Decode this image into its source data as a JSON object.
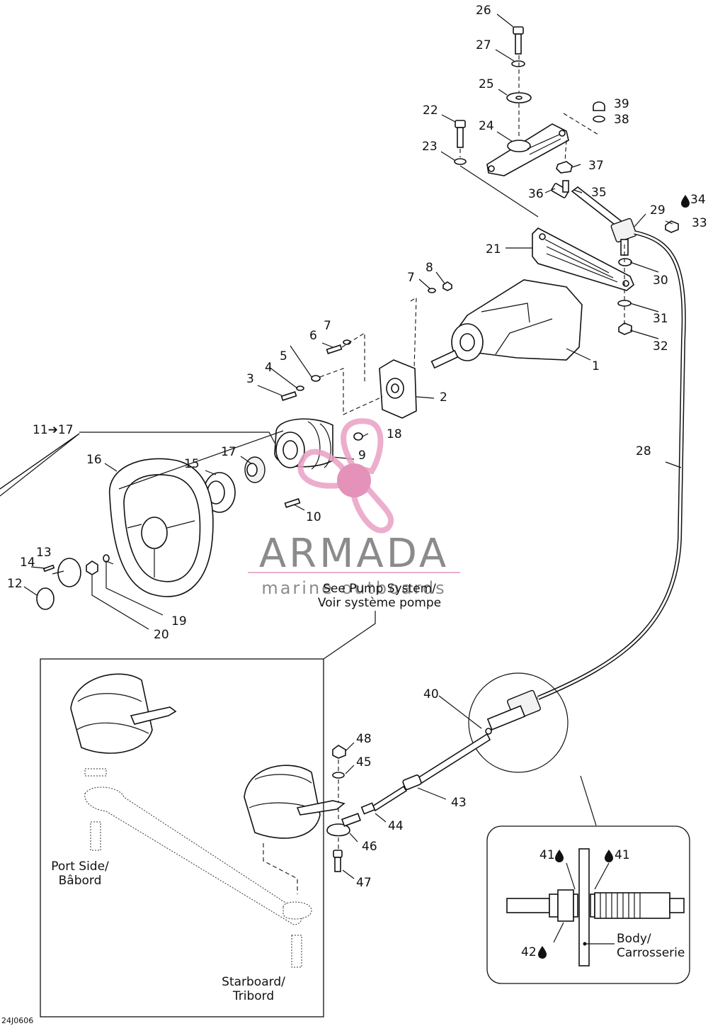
{
  "diagram": {
    "callouts": [
      {
        "id": "c1",
        "text": "1"
      },
      {
        "id": "c2",
        "text": "2"
      },
      {
        "id": "c3",
        "text": "3"
      },
      {
        "id": "c4",
        "text": "4"
      },
      {
        "id": "c5",
        "text": "5"
      },
      {
        "id": "c6",
        "text": "6"
      },
      {
        "id": "c7a",
        "text": "7"
      },
      {
        "id": "c7b",
        "text": "7"
      },
      {
        "id": "c8",
        "text": "8"
      },
      {
        "id": "c9",
        "text": "9"
      },
      {
        "id": "c10",
        "text": "10"
      },
      {
        "id": "c11",
        "text": "11➔17"
      },
      {
        "id": "c12",
        "text": "12"
      },
      {
        "id": "c13",
        "text": "13"
      },
      {
        "id": "c14",
        "text": "14"
      },
      {
        "id": "c15",
        "text": "15"
      },
      {
        "id": "c16",
        "text": "16"
      },
      {
        "id": "c17",
        "text": "17"
      },
      {
        "id": "c18",
        "text": "18"
      },
      {
        "id": "c19",
        "text": "19"
      },
      {
        "id": "c20",
        "text": "20"
      },
      {
        "id": "c21",
        "text": "21"
      },
      {
        "id": "c22",
        "text": "22"
      },
      {
        "id": "c23",
        "text": "23"
      },
      {
        "id": "c24",
        "text": "24"
      },
      {
        "id": "c25",
        "text": "25"
      },
      {
        "id": "c26",
        "text": "26"
      },
      {
        "id": "c27",
        "text": "27"
      },
      {
        "id": "c28",
        "text": "28"
      },
      {
        "id": "c29",
        "text": "29"
      },
      {
        "id": "c30",
        "text": "30"
      },
      {
        "id": "c31",
        "text": "31"
      },
      {
        "id": "c32",
        "text": "32"
      },
      {
        "id": "c33",
        "text": "33"
      },
      {
        "id": "c34",
        "text": "34"
      },
      {
        "id": "c35",
        "text": "35"
      },
      {
        "id": "c36",
        "text": "36"
      },
      {
        "id": "c37",
        "text": "37"
      },
      {
        "id": "c38",
        "text": "38"
      },
      {
        "id": "c39",
        "text": "39"
      },
      {
        "id": "c40",
        "text": "40"
      },
      {
        "id": "c41a",
        "text": "41"
      },
      {
        "id": "c41b",
        "text": "41"
      },
      {
        "id": "c42",
        "text": "42"
      },
      {
        "id": "c43",
        "text": "43"
      },
      {
        "id": "c44",
        "text": "44"
      },
      {
        "id": "c45",
        "text": "45"
      },
      {
        "id": "c46",
        "text": "46"
      },
      {
        "id": "c47",
        "text": "47"
      },
      {
        "id": "c48",
        "text": "48"
      }
    ],
    "notes": {
      "see_pump_1": "See Pump System/",
      "see_pump_2": "Voir système pompe",
      "port_1": "Port Side/",
      "port_2": "Bâbord",
      "starboard_1": "Starboard/",
      "starboard_2": "Tribord",
      "body_1": "Body/",
      "body_2": "Carrosserie"
    },
    "drawing_code": "24J0606",
    "watermark": {
      "brand": "ARMADA",
      "tagline": "marine outboards",
      "colors": {
        "logo": "#e9a0c4",
        "logo_center": "#e07fae",
        "text": "#777777"
      }
    }
  }
}
